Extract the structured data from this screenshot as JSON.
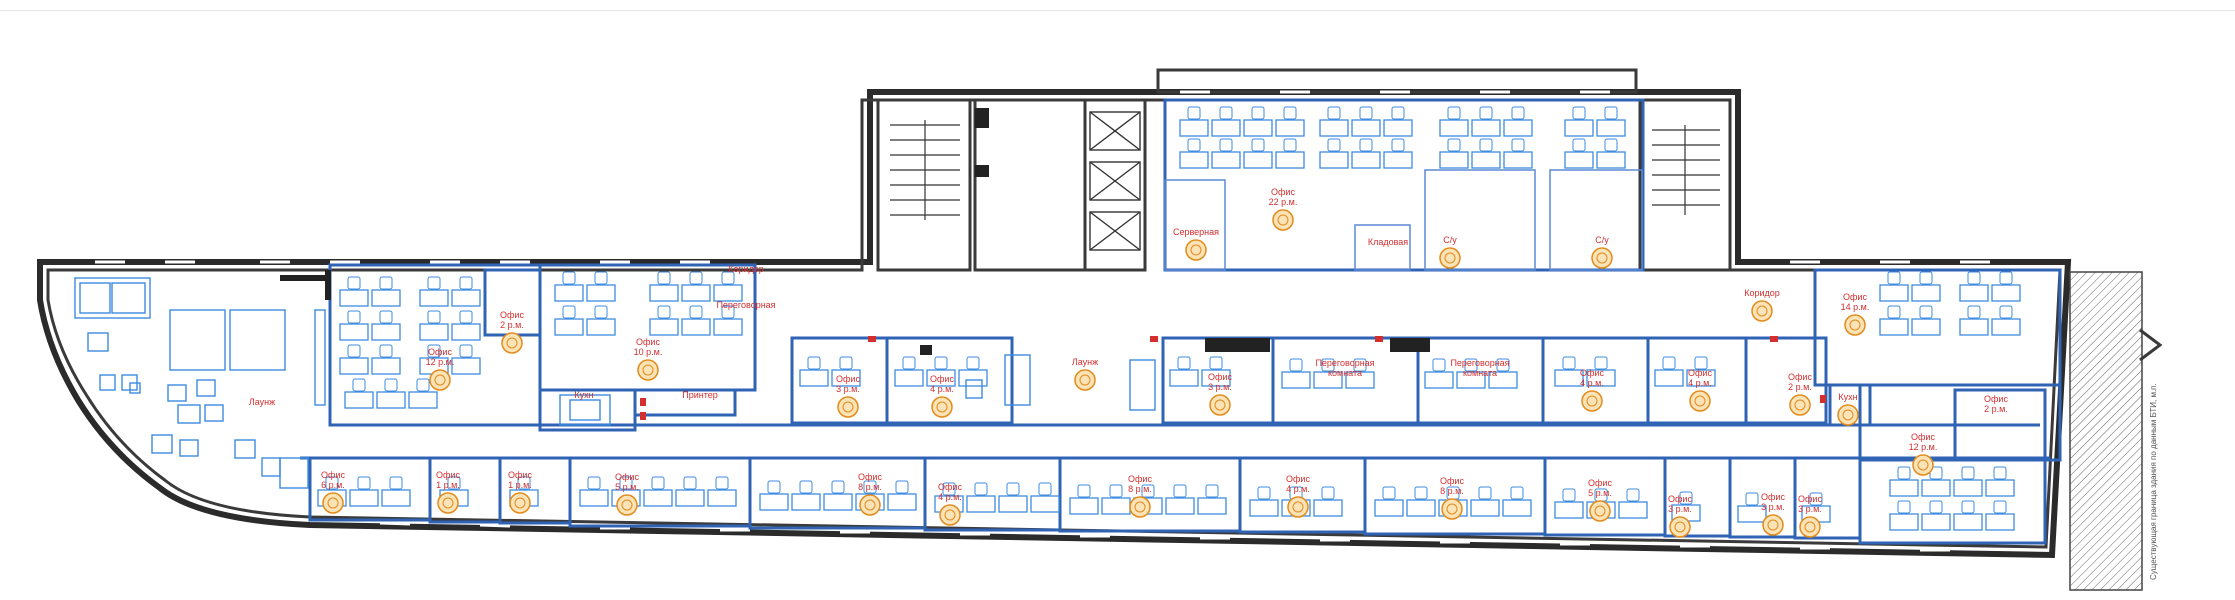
{
  "floor_plan": {
    "rooms": [
      {
        "id": "lounge-left",
        "label": "Лаунж"
      },
      {
        "id": "office-12a",
        "label": "Офис",
        "seats": "12 р.м."
      },
      {
        "id": "office-2a",
        "label": "Офис",
        "seats": "2 р.м."
      },
      {
        "id": "office-10",
        "label": "Офис",
        "seats": "10 р.м."
      },
      {
        "id": "kitchen",
        "label": "Кухн"
      },
      {
        "id": "printer",
        "label": "Принтер"
      },
      {
        "id": "corridor-a",
        "label": "Коридор"
      },
      {
        "id": "meeting-a",
        "label": "Переговорная"
      },
      {
        "id": "office-3a",
        "label": "Офис",
        "seats": "3 р.м."
      },
      {
        "id": "office-4a",
        "label": "Офис",
        "seats": "4 р.м."
      },
      {
        "id": "lounge-center",
        "label": "Лаунж"
      },
      {
        "id": "office-22",
        "label": "Офис",
        "seats": "22 р.м."
      },
      {
        "id": "server",
        "label": "Серверная"
      },
      {
        "id": "storage",
        "label": "Кладовая"
      },
      {
        "id": "wc-a",
        "label": "С/у"
      },
      {
        "id": "wc-b",
        "label": "С/у"
      },
      {
        "id": "office-3b",
        "label": "Офис",
        "seats": "3 р.м."
      },
      {
        "id": "meeting-b",
        "label": "Переговорная",
        "seats": "комната"
      },
      {
        "id": "meeting-c",
        "label": "Переговорная",
        "seats": "комната"
      },
      {
        "id": "office-4b",
        "label": "Офис",
        "seats": "4 р.м."
      },
      {
        "id": "office-4c",
        "label": "Офис",
        "seats": "4 р.м."
      },
      {
        "id": "office-2b",
        "label": "Офис",
        "seats": "2 р.м."
      },
      {
        "id": "corridor-b",
        "label": "Коридор"
      },
      {
        "id": "office-14",
        "label": "Офис",
        "seats": "14 р.м."
      },
      {
        "id": "kitchen-b",
        "label": "Кухн"
      },
      {
        "id": "office-2c",
        "label": "Офис",
        "seats": "2 р.м."
      },
      {
        "id": "office-12b",
        "label": "Офис",
        "seats": "12 р.м."
      },
      {
        "id": "b-office-6",
        "label": "Офис",
        "seats": "6 р.м."
      },
      {
        "id": "b-office-1a",
        "label": "Офис",
        "seats": "1 р.м."
      },
      {
        "id": "b-office-1b",
        "label": "Офис",
        "seats": "1 р.м."
      },
      {
        "id": "b-office-5",
        "label": "Офис",
        "seats": "5 р.м."
      },
      {
        "id": "b-office-8a",
        "label": "Офис",
        "seats": "8 р.м."
      },
      {
        "id": "b-office-4a",
        "label": "Офис",
        "seats": "4 р.м."
      },
      {
        "id": "b-office-8b",
        "label": "Офис",
        "seats": "8 р.м."
      },
      {
        "id": "b-office-4b",
        "label": "Офис",
        "seats": "4 р.м."
      },
      {
        "id": "b-office-8c",
        "label": "Офис",
        "seats": "8 р.м."
      },
      {
        "id": "b-office-5b",
        "label": "Офис",
        "seats": "5 р.м."
      },
      {
        "id": "b-office-3a",
        "label": "Офис",
        "seats": "3 р.м."
      },
      {
        "id": "b-office-3b",
        "label": "Офис",
        "seats": "3 р.м."
      },
      {
        "id": "b-office-3c",
        "label": "Офис",
        "seats": "3 р.м."
      }
    ],
    "side_note": "Существующая граница здания по данным БТИ, м.п."
  },
  "colors": {
    "wall": "#2b2b2b",
    "partition": "#2f63b4",
    "furniture": "#3d8ce0",
    "label": "#d32f2f",
    "badge_fill": "#fbe3b8",
    "badge_stroke": "#e38b1a"
  }
}
